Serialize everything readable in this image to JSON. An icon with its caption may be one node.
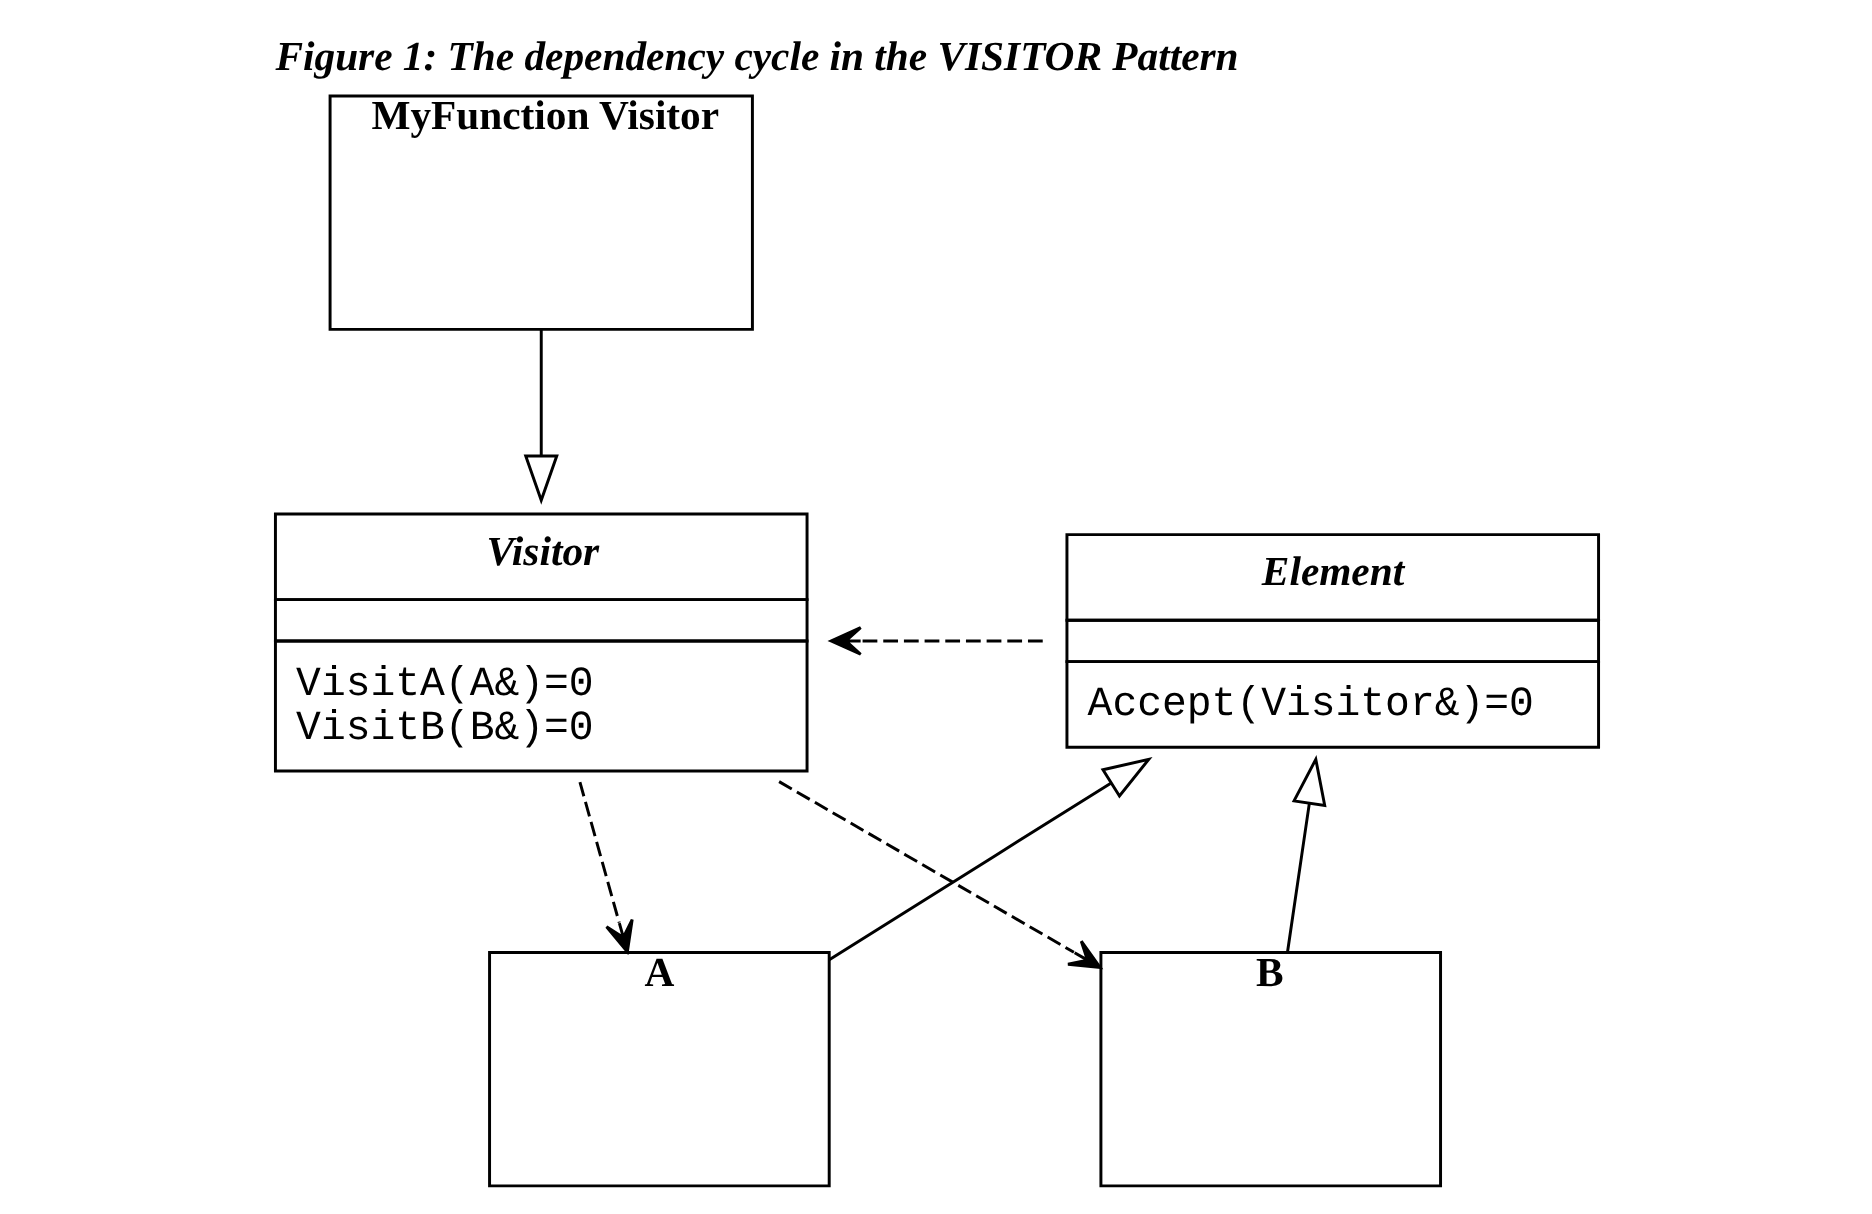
{
  "diagram": {
    "title": "Figure 1: The dependency cycle in the VISITOR Pattern",
    "nodes": [
      {
        "text": [
          "Element",
          "Accept(Visitor&)=0"
        ]
      },
      {
        "text": [
          "Visitor",
          "VisitA(A&)=0",
          "VisitB(B&)=0"
        ]
      },
      {
        "text": [
          "A"
        ]
      },
      {
        "text": [
          "B"
        ]
      },
      {
        "text": [
          "MyFunction Visitor"
        ]
      }
    ],
    "edges": [
      {
        "from": 0,
        "to": 1,
        "arrow": "to",
        "style": "dashed"
      },
      {
        "from": 1,
        "to": 2,
        "arrow": "to",
        "style": "dashed"
      },
      {
        "from": 1,
        "to": 3,
        "arrow": "to",
        "style": "dashed"
      },
      {
        "from": 2,
        "to": 0,
        "arrow": "to"
      },
      {
        "from": 3,
        "to": 0,
        "arrow": "to"
      },
      {
        "from": 4,
        "to": 1,
        "arrow": "to"
      }
    ]
  }
}
